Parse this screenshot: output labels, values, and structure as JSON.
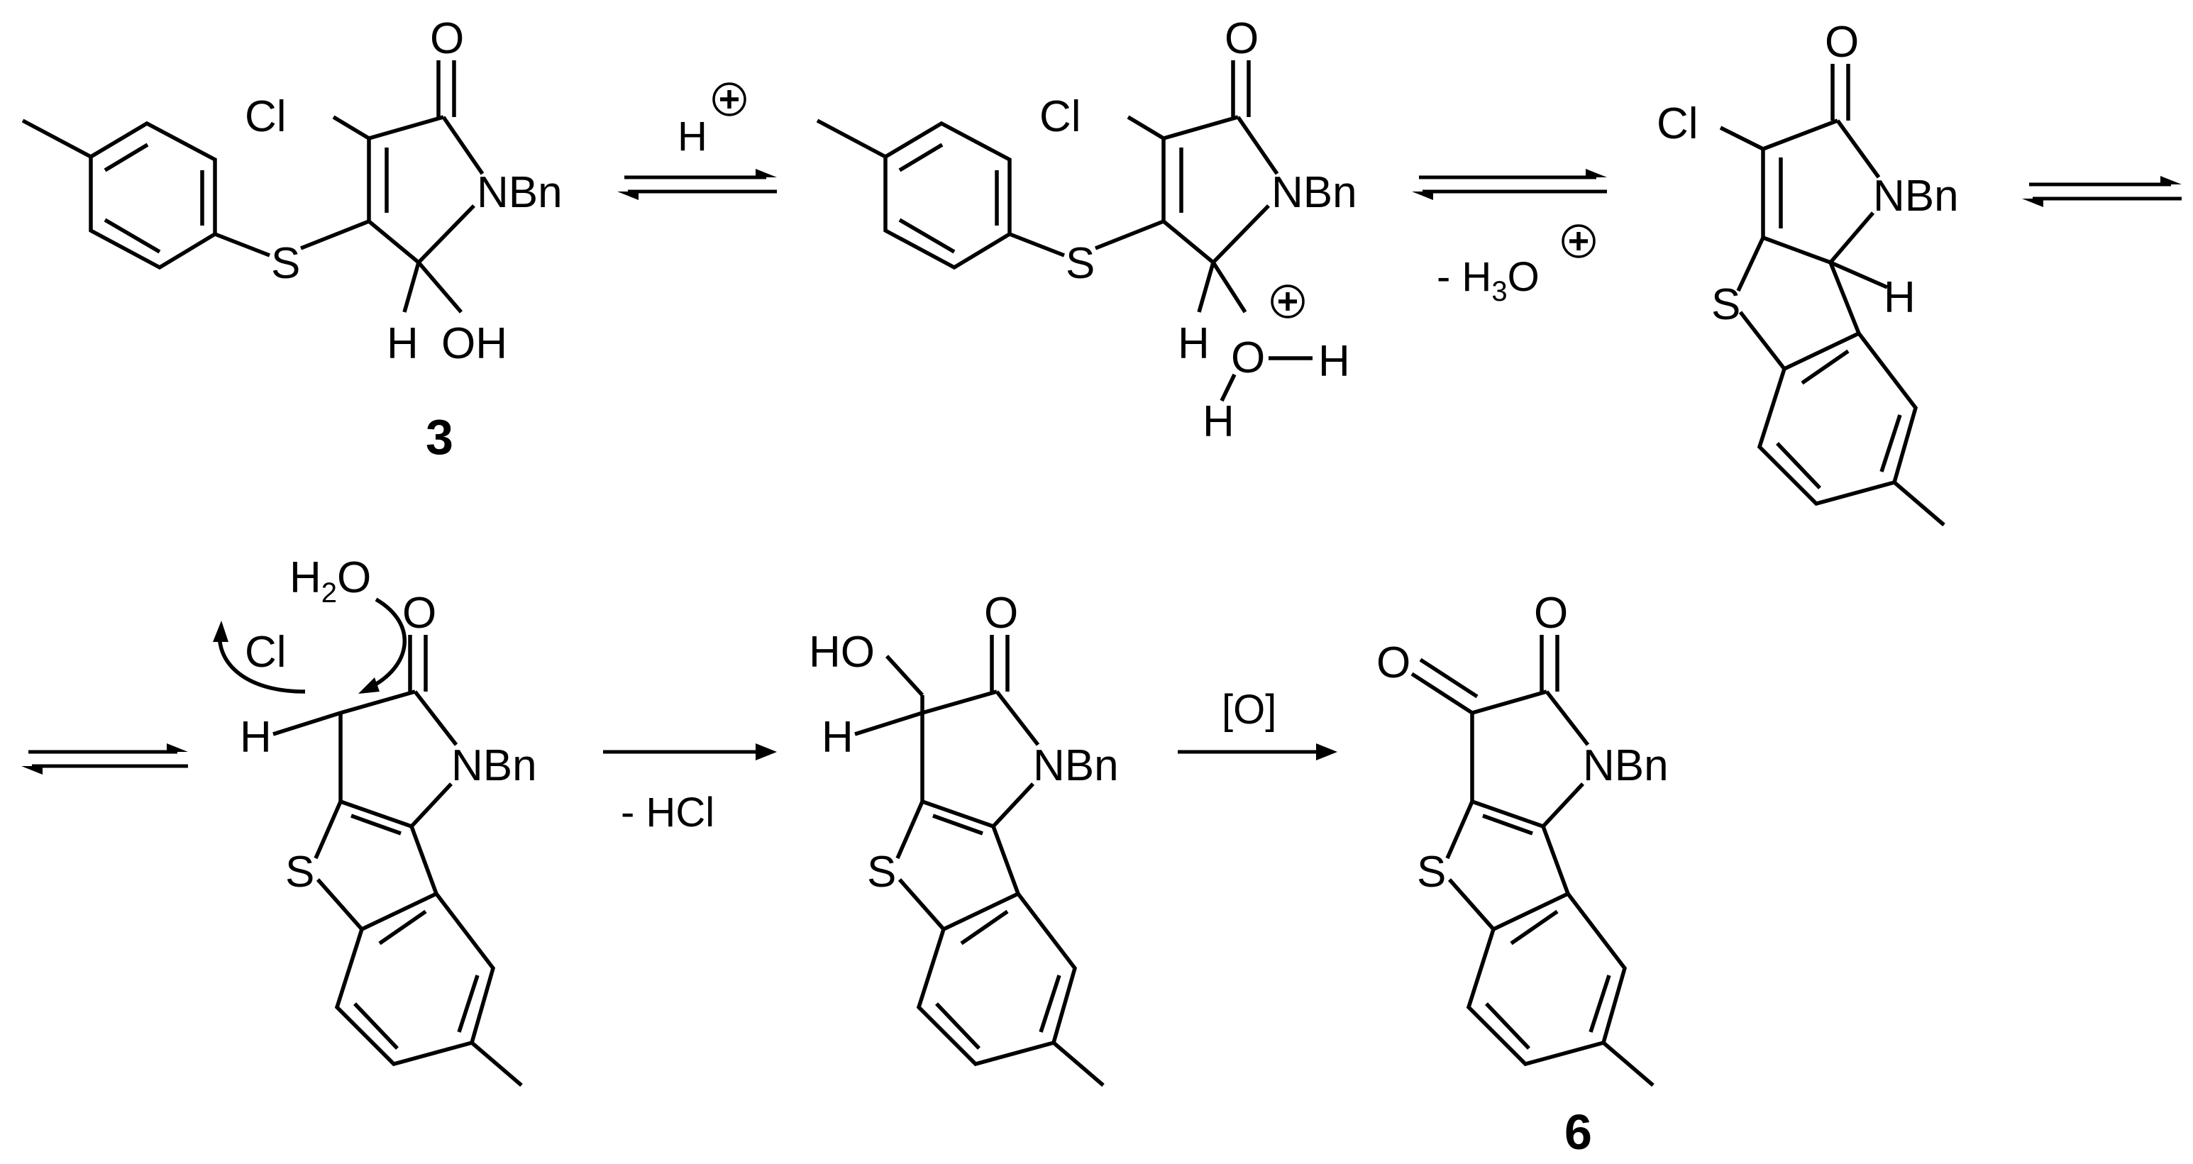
{
  "atoms": {
    "cl": "Cl",
    "s": "S",
    "nbn": "NBn",
    "o": "O",
    "oh": "OH",
    "ho": "HO",
    "h": "H",
    "h2": "2"
  },
  "compounds": {
    "c1": {
      "label": "3"
    },
    "c6": {
      "label": "6"
    }
  },
  "conditions": {
    "step1_above": "H",
    "step2_below": "- H",
    "step2_sub": "3",
    "step2_o": "O",
    "step5_below": "- HCl",
    "step6_above": "[O]"
  }
}
